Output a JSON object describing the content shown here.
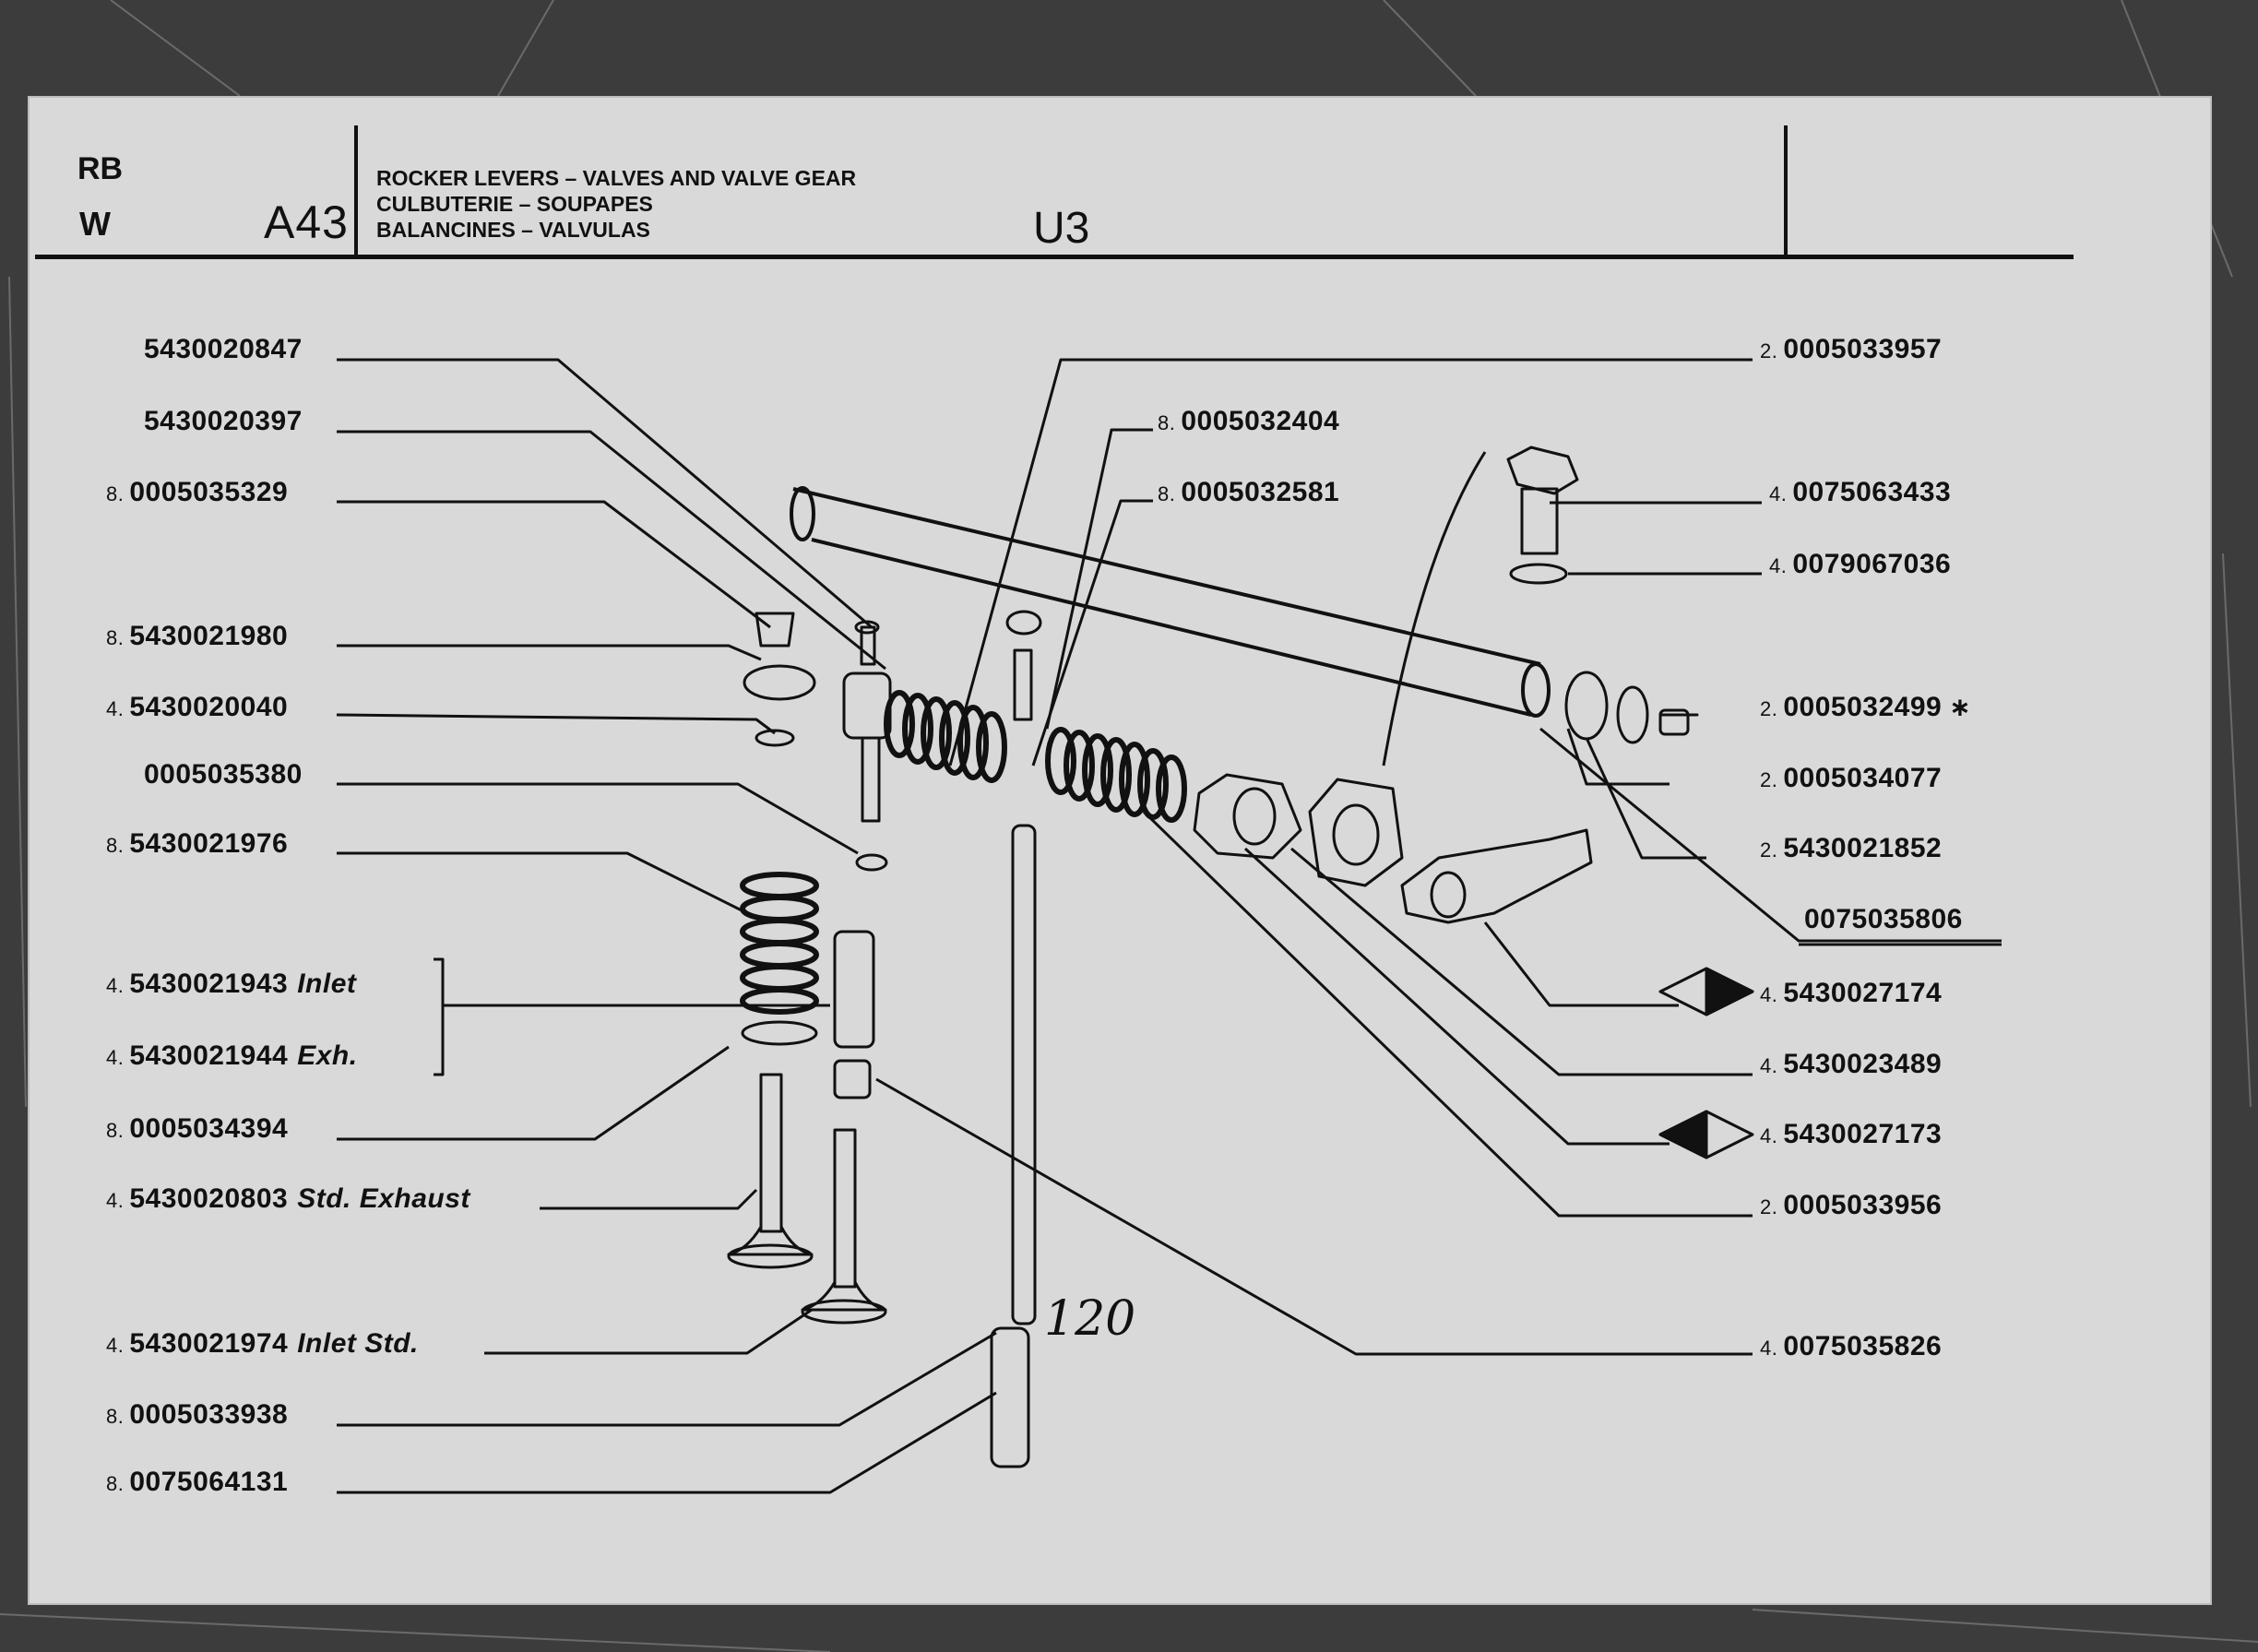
{
  "header": {
    "code_rb": "RB",
    "code_w": "W",
    "section": "A43",
    "group": "U3",
    "title_en": "ROCKER LEVERS – VALVES AND VALVE GEAR",
    "title_fr": "CULBUTERIE – SOUPAPES",
    "title_es": "BALANCINES – VALVULAS"
  },
  "left_parts": [
    {
      "qty": "",
      "part": "5430020847",
      "desc": ""
    },
    {
      "qty": "",
      "part": "5430020397",
      "desc": ""
    },
    {
      "qty": "8.",
      "part": "0005035329",
      "desc": ""
    },
    {
      "qty": "8.",
      "part": "5430021980",
      "desc": ""
    },
    {
      "qty": "4.",
      "part": "5430020040",
      "desc": ""
    },
    {
      "qty": "",
      "part": "0005035380",
      "desc": ""
    },
    {
      "qty": "8.",
      "part": "5430021976",
      "desc": ""
    },
    {
      "qty": "4.",
      "part": "5430021943",
      "desc": "Inlet"
    },
    {
      "qty": "4.",
      "part": "5430021944",
      "desc": "Exh."
    },
    {
      "qty": "8.",
      "part": "0005034394",
      "desc": ""
    },
    {
      "qty": "4.",
      "part": "5430020803",
      "desc": "Std. Exhaust"
    },
    {
      "qty": "4.",
      "part": "5430021974",
      "desc": "Inlet Std."
    },
    {
      "qty": "8.",
      "part": "0005033938",
      "desc": ""
    },
    {
      "qty": "8.",
      "part": "0075064131",
      "desc": ""
    }
  ],
  "center_parts": [
    {
      "qty": "8.",
      "part": "0005032404"
    },
    {
      "qty": "8.",
      "part": "0005032581"
    }
  ],
  "right_parts": [
    {
      "qty": "2.",
      "part": "0005033957",
      "mark": ""
    },
    {
      "qty": "4.",
      "part": "0075063433",
      "mark": ""
    },
    {
      "qty": "4.",
      "part": "0079067036",
      "mark": ""
    },
    {
      "qty": "2.",
      "part": "0005032499",
      "mark": "∗"
    },
    {
      "qty": "2.",
      "part": "0005034077",
      "mark": ""
    },
    {
      "qty": "2.",
      "part": "5430021852",
      "mark": ""
    },
    {
      "qty": "",
      "part": "0075035806",
      "mark": ""
    },
    {
      "qty": "4.",
      "part": "5430027174",
      "mark": ""
    },
    {
      "qty": "4.",
      "part": "5430023489",
      "mark": ""
    },
    {
      "qty": "4.",
      "part": "5430027173",
      "mark": ""
    },
    {
      "qty": "2.",
      "part": "0005033956",
      "mark": ""
    },
    {
      "qty": "4.",
      "part": "0075035826",
      "mark": ""
    }
  ],
  "page_number": "120",
  "colors": {
    "paper": "#d9d9d9",
    "ink": "#111111",
    "background": "#3a3a3a"
  }
}
